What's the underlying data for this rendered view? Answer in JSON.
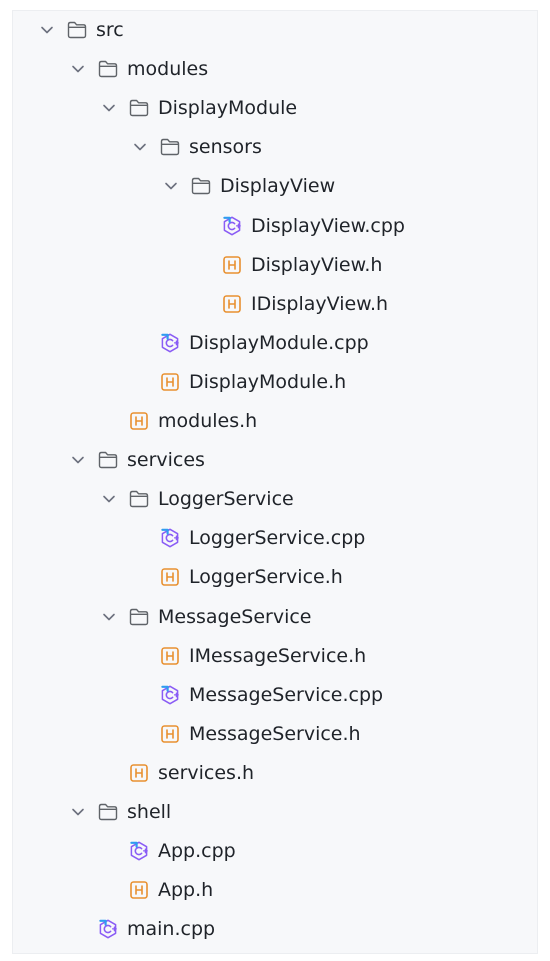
{
  "tree": {
    "nodes": [
      {
        "label": "src",
        "type": "folder",
        "depth": 0,
        "expanded": true
      },
      {
        "label": "modules",
        "type": "folder",
        "depth": 1,
        "expanded": true
      },
      {
        "label": "DisplayModule",
        "type": "folder",
        "depth": 2,
        "expanded": true
      },
      {
        "label": "sensors",
        "type": "folder",
        "depth": 3,
        "expanded": true
      },
      {
        "label": "DisplayView",
        "type": "folder",
        "depth": 4,
        "expanded": true
      },
      {
        "label": "DisplayView.cpp",
        "type": "cpp",
        "depth": 5
      },
      {
        "label": "DisplayView.h",
        "type": "h",
        "depth": 5
      },
      {
        "label": "IDisplayView.h",
        "type": "h",
        "depth": 5
      },
      {
        "label": "DisplayModule.cpp",
        "type": "cpp",
        "depth": 3
      },
      {
        "label": "DisplayModule.h",
        "type": "h",
        "depth": 3
      },
      {
        "label": "modules.h",
        "type": "h",
        "depth": 2
      },
      {
        "label": "services",
        "type": "folder",
        "depth": 1,
        "expanded": true
      },
      {
        "label": "LoggerService",
        "type": "folder",
        "depth": 2,
        "expanded": true
      },
      {
        "label": "LoggerService.cpp",
        "type": "cpp",
        "depth": 3
      },
      {
        "label": "LoggerService.h",
        "type": "h",
        "depth": 3
      },
      {
        "label": "MessageService",
        "type": "folder",
        "depth": 2,
        "expanded": true
      },
      {
        "label": "IMessageService.h",
        "type": "h",
        "depth": 3
      },
      {
        "label": "MessageService.cpp",
        "type": "cpp",
        "depth": 3
      },
      {
        "label": "MessageService.h",
        "type": "h",
        "depth": 3
      },
      {
        "label": "services.h",
        "type": "h",
        "depth": 2
      },
      {
        "label": "shell",
        "type": "folder",
        "depth": 1,
        "expanded": true
      },
      {
        "label": "App.cpp",
        "type": "cpp",
        "depth": 2
      },
      {
        "label": "App.h",
        "type": "h",
        "depth": 2
      },
      {
        "label": "main.cpp",
        "type": "cpp",
        "depth": 1
      }
    ]
  },
  "colors": {
    "folder_stroke": "#5f6368",
    "header_icon": "#e8902f",
    "cpp_icon": "#8a5cf5",
    "cpp_icon_accent": "#2f9cf0",
    "chevron": "#6c707e",
    "text": "#1f2329"
  },
  "icons": {
    "folder": "folder-icon",
    "cpp": "cpp-file-icon",
    "h": "header-file-icon",
    "chevron": "chevron-down-icon"
  }
}
